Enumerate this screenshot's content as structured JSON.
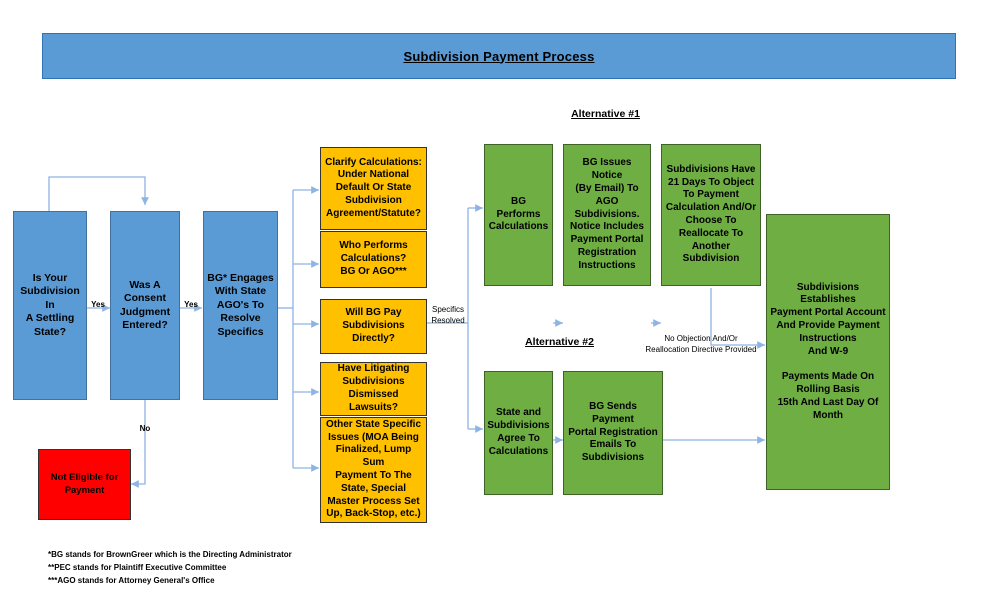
{
  "banner": {
    "title": "Subdivision Payment Process"
  },
  "sections": {
    "alt1": "Alternative #1",
    "alt2": "Alternative #2"
  },
  "colors": {
    "blue": "#5B9BD5",
    "orange": "#FFC000",
    "green": "#6EAE43",
    "red": "#FF0000",
    "connector": "#8EB4E3",
    "banner_border": "#2E74B5"
  },
  "nodes": {
    "q1": "Is Your\nSubdivision In\nA Settling\nState?",
    "q2": "Was A\nConsent\nJudgment\nEntered?",
    "q3": "BG* Engages\nWith State\nAGO's To\nResolve\nSpecifics",
    "not_eligible": "Not Eligible for\nPayment",
    "o1": "Clarify Calculations:\nUnder National\nDefault Or State\nSubdivision\nAgreement/Statute?",
    "o2": "Who Performs\nCalculations?\nBG Or AGO***",
    "o3": "Will BG Pay\nSubdivisions\nDirectly?",
    "o4": "Have Litigating\nSubdivisions\nDismissed Lawsuits?",
    "o5": "Other State Specific\nIssues (MOA Being\nFinalized, Lump Sum\nPayment To The\nState, Special\nMaster Process Set\nUp, Back-Stop, etc.)",
    "a1_g1": "BG Performs\nCalculations",
    "a1_g2": "BG Issues Notice\n(By Email) To AGO\nSubdivisions.\nNotice Includes\nPayment Portal\nRegistration\nInstructions",
    "a1_g3": "Subdivisions Have\n21 Days To Object\nTo Payment\nCalculation And/Or\nChoose To\nReallocate To\nAnother Subdivision",
    "a2_g1": "State and\nSubdivisions\nAgree To\nCalculations",
    "a2_g2": "BG Sends Payment\nPortal Registration\nEmails To\nSubdivisions",
    "final": "Subdivisions Establishes\nPayment Portal Account\nAnd Provide Payment\nInstructions\nAnd W-9\n\nPayments Made On\nRolling Basis\n15th And Last Day Of\nMonth"
  },
  "edge_labels": {
    "yes1": "Yes",
    "yes2": "Yes",
    "no": "No",
    "specifics_resolved": "Specifics\nResolved",
    "no_objection": "No Objection And/Or\nReallocation Directive Provided"
  },
  "footnotes": [
    "*BG stands for BrownGreer which is the Directing Administrator",
    "**PEC stands for Plaintiff Executive Committee",
    "***AGO stands for Attorney General's Office"
  ]
}
